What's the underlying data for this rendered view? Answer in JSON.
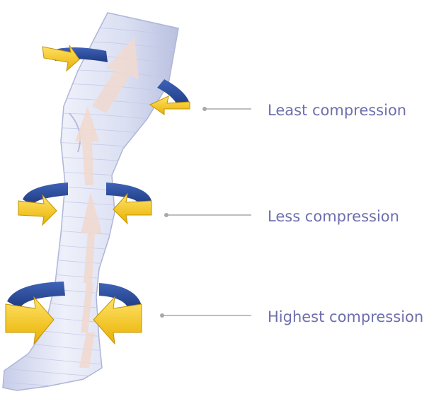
{
  "callouts": [
    {
      "id": "least",
      "label": "Least compression"
    },
    {
      "id": "less",
      "label": "Less compression"
    },
    {
      "id": "highest",
      "label": "Highest compression"
    }
  ],
  "colors": {
    "label_text": "#6d6fae",
    "leader_line": "#a8a8a8",
    "ring_blue": "#2a4a9c",
    "arrow_yellow": "#f5c518",
    "stocking_fill": "#dfe3f4",
    "flow_arrow": "#f1d9cf"
  },
  "icons": {
    "compression_ring": "rotating-compression-arrow-icon",
    "blood_flow": "upward-flow-arrow-icon"
  }
}
